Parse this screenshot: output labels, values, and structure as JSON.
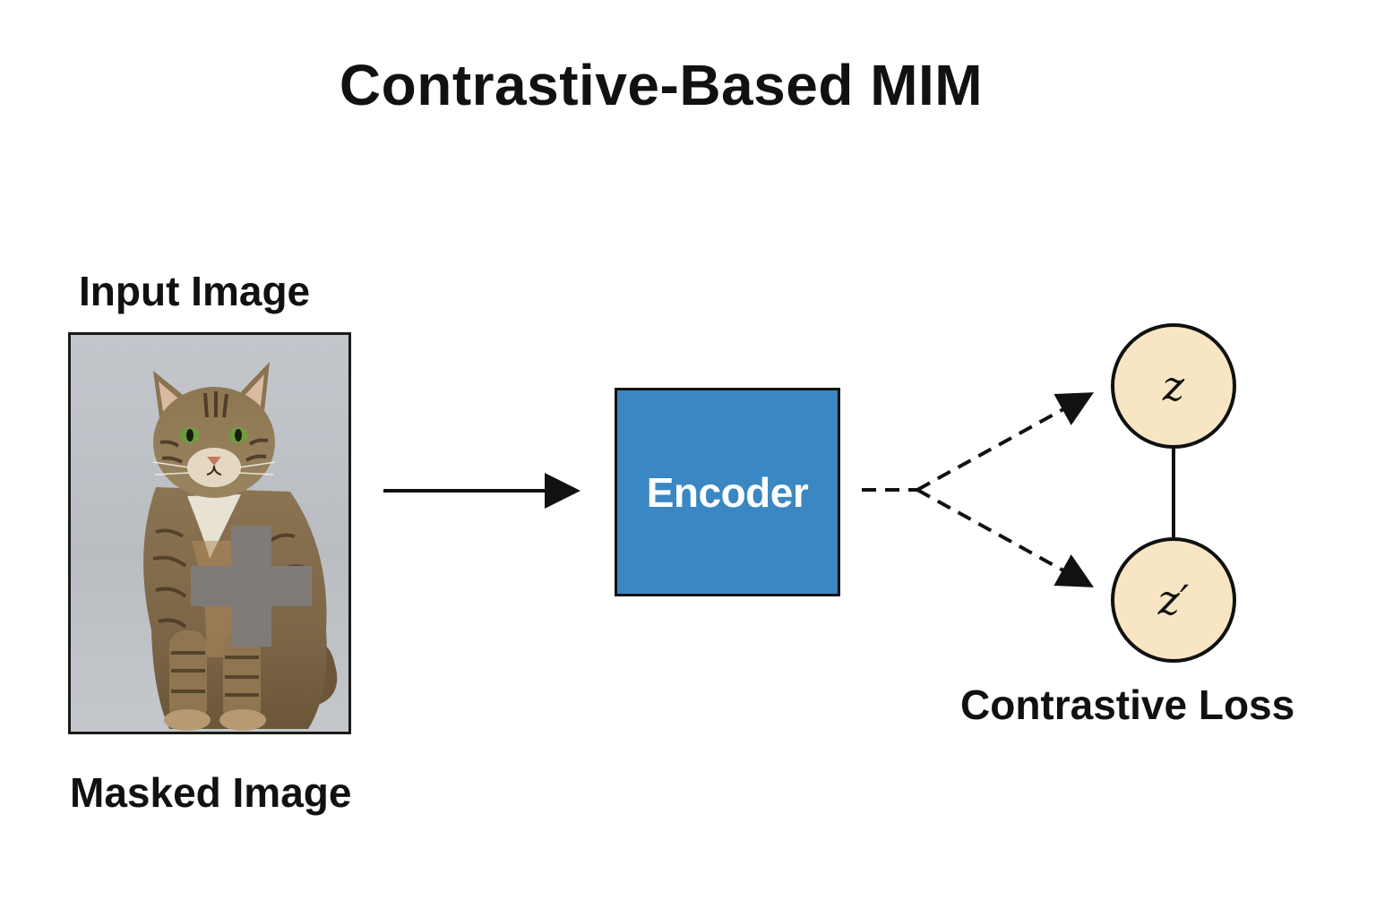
{
  "title": "Contrastive-Based MIM",
  "input_label": "Input Image",
  "masked_label": "Masked Image",
  "encoder": {
    "label": "Encoder",
    "color": "#3a87c3"
  },
  "embeddings": {
    "z": "z",
    "z_prime": "z′",
    "node_color": "#f8e5c4"
  },
  "loss_label": "Contrastive Loss",
  "mask_patch_color": "#7f7b78",
  "image": {
    "subject": "tabby cat photo",
    "background_color": "#c0c4c9"
  }
}
